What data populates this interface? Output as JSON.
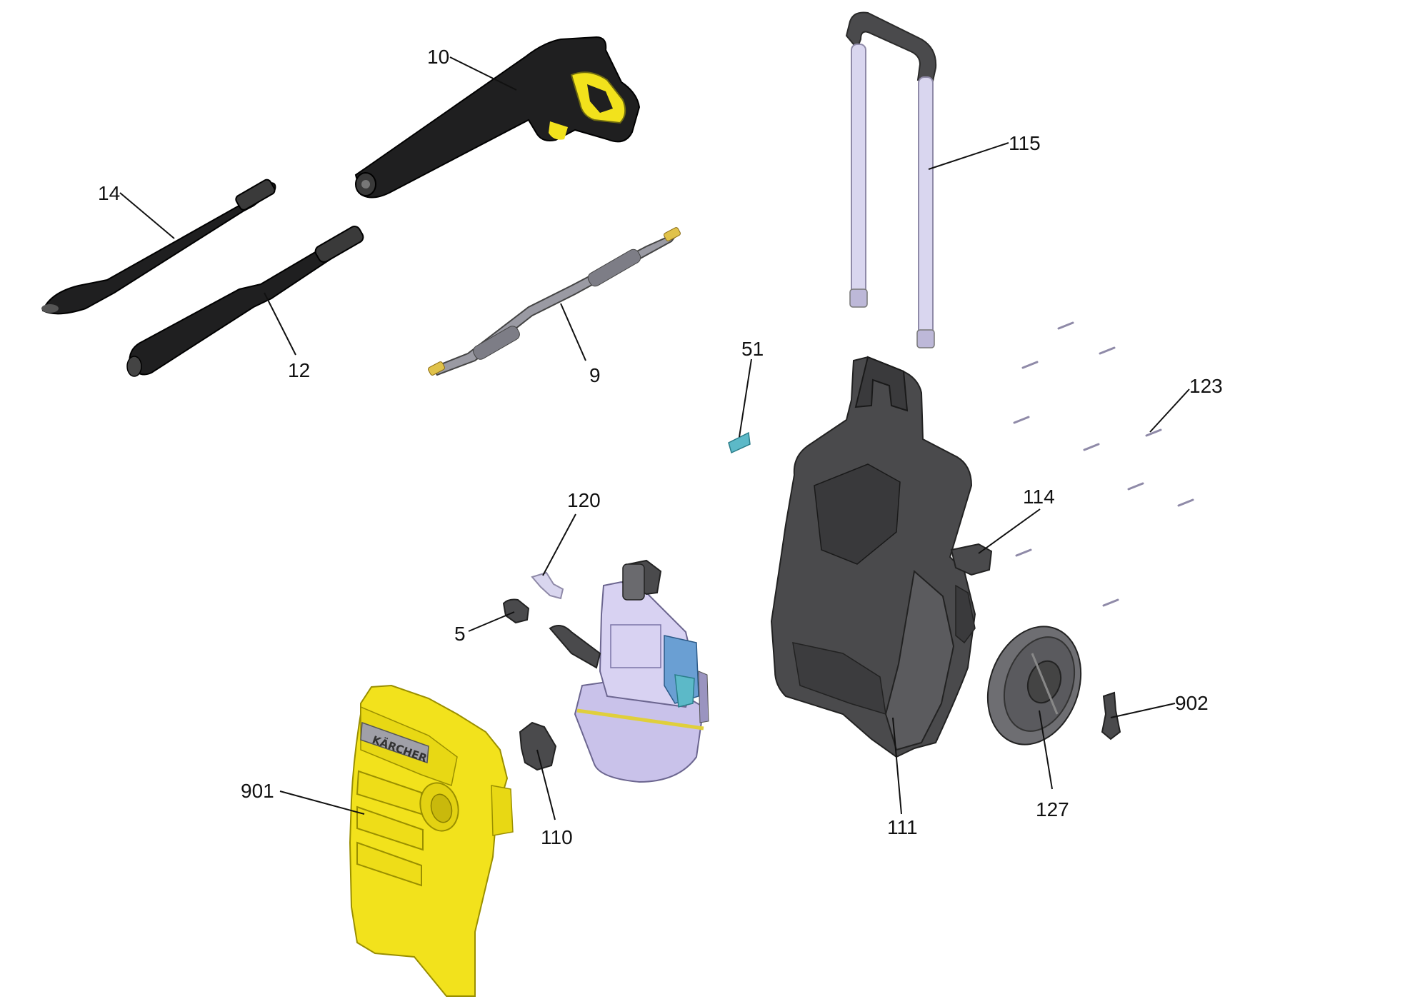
{
  "diagram": {
    "labels": {
      "p10": "10",
      "p14": "14",
      "p12": "12",
      "p9": "9",
      "p115": "115",
      "p51": "51",
      "p123": "123",
      "p120": "120",
      "p114": "114",
      "p5": "5",
      "p902": "902",
      "p901": "901",
      "p110": "110",
      "p111": "111",
      "p127": "127"
    },
    "logo_text": "KÄRCHER",
    "colors": {
      "body_yellow": "#f2e21c",
      "dark_gray": "#4a4a4c",
      "black": "#1f1f20",
      "handle_rod": "#d9d6ef",
      "screw": "#b9b4d9",
      "accent_cyan": "#5cb9c8",
      "pump_lilac": "#c9c2ea"
    }
  }
}
